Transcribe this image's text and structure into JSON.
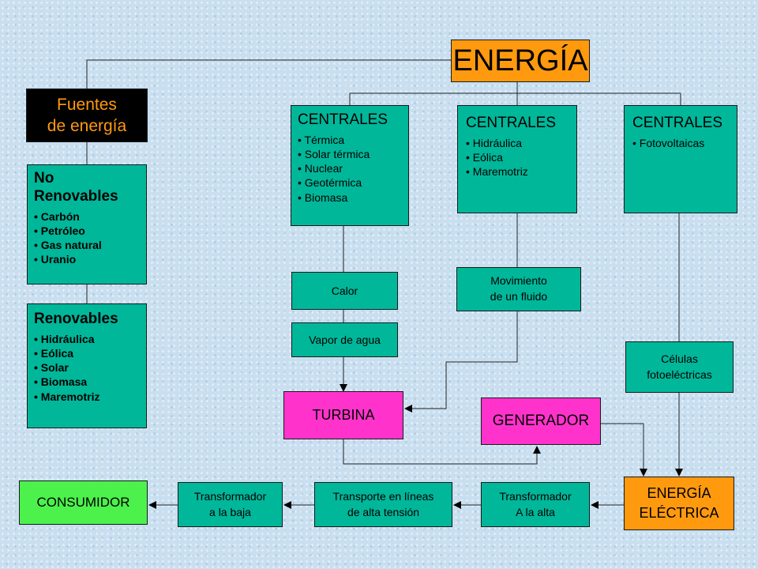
{
  "title": "ENERGÍA",
  "fuentes": "Fuentes\nde energía",
  "no_renovables": {
    "heading": "No\nRenovables",
    "items": [
      "Carbón",
      "Petróleo",
      "Gas natural",
      "Uranio"
    ]
  },
  "renovables": {
    "heading": "Renovables",
    "items": [
      "Hidráulica",
      "Eólica",
      "Solar",
      "Biomasa",
      "Maremotriz"
    ]
  },
  "centrales": [
    {
      "heading": "CENTRALES",
      "items": [
        "Térmica",
        "Solar térmica",
        "Nuclear",
        "Geotérmica",
        "Biomasa"
      ]
    },
    {
      "heading": "CENTRALES",
      "items": [
        "Hidráulica",
        "Eólica",
        "Maremotriz"
      ]
    },
    {
      "heading": "CENTRALES",
      "items": [
        "Fotovoltaicas"
      ]
    }
  ],
  "calor": "Calor",
  "vapor": "Vapor de agua",
  "movimiento": "Movimiento\nde un fluido",
  "celulas": "Células\nfotoeléctricas",
  "turbina": "TURBINA",
  "generador": "GENERADOR",
  "energia_electrica": "ENERGÍA\nELÉCTRICA",
  "transformador_alta": "Transformador\nA la alta",
  "transporte": "Transporte en líneas\nde alta tensión",
  "transformador_baja": "Transformador\na la baja",
  "consumidor": "CONSUMIDOR",
  "colors": {
    "teal": "#00b79a",
    "orange": "#ff9a0f",
    "magenta": "#ff33cc",
    "green": "#4cf14c",
    "black": "#000000"
  }
}
